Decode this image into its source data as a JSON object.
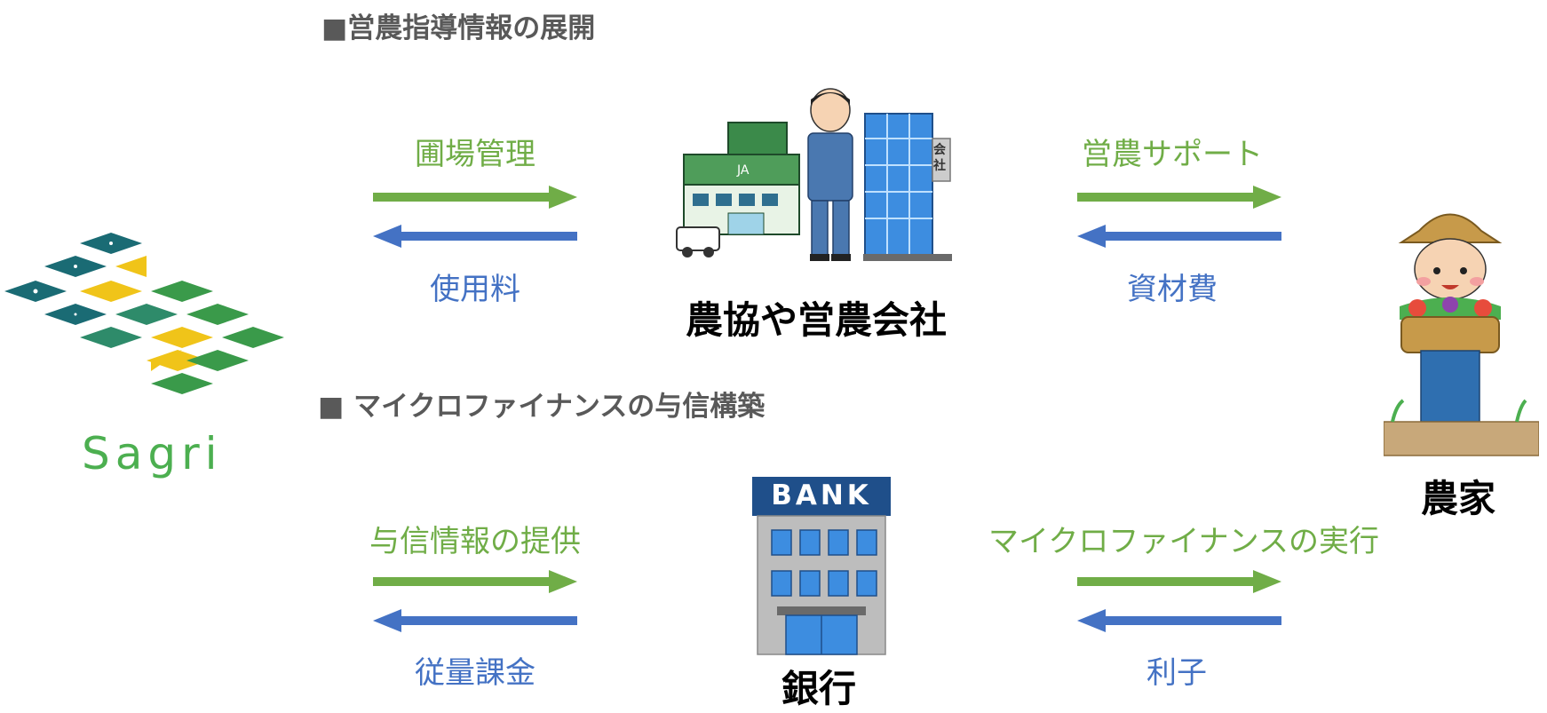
{
  "sections": {
    "top_title": "■営農指導情報の展開",
    "bottom_title": "■ マイクロファイナンスの与信構築"
  },
  "logo": {
    "text": "Sagri"
  },
  "nodes": {
    "jacompany": "農協や営農会社",
    "farmer": "農家",
    "bank": "銀行",
    "bank_sign": "BANK",
    "company_sign": "会社"
  },
  "flows": {
    "top_left_forward": "圃場管理",
    "top_left_back": "使用料",
    "top_right_forward": "営農サポート",
    "top_right_back": "資材費",
    "bottom_left_forward": "与信情報の提供",
    "bottom_left_back": "従量課金",
    "bottom_right_forward": "マイクロファイナンスの実行",
    "bottom_right_back": "利子"
  },
  "colors": {
    "forward_arrow": "#70ad47",
    "back_arrow": "#4472c4",
    "logo_dark": "#1a6b74",
    "logo_green": "#3a9a4a",
    "logo_yellow": "#f0c419"
  },
  "icons": [
    "sagri-logo-icon",
    "ja-building-icon",
    "person-icon",
    "office-building-icon",
    "farmer-icon",
    "bank-building-icon"
  ]
}
